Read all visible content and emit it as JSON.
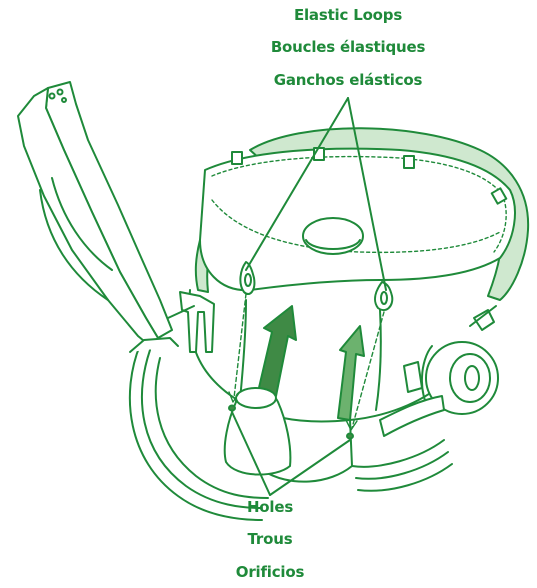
{
  "labels": {
    "elastic_loops": [
      "Elastic Loops",
      "Boucles élastiques",
      "Ganchos elásticos"
    ],
    "holes": [
      "Holes",
      "Trous",
      "Orificios"
    ]
  },
  "colors": {
    "line": "#1f8a3a",
    "fill_light": "#cfe8cf",
    "fill_mid": "#6cb26e",
    "fill_dark": "#3f8a45"
  }
}
